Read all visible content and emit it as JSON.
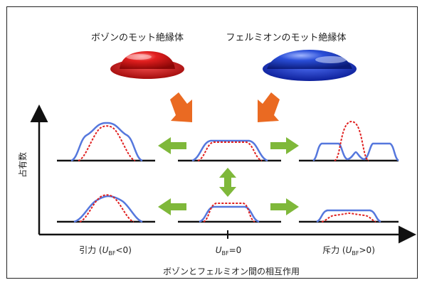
{
  "title_left": "ボゾンのモット絶縁体",
  "title_right": "フェルミオンのモット絶縁体",
  "y_axis_label": "占有数",
  "x_axis_caption": "ボゾンとフェルミオン間の相互作用",
  "ticks": {
    "left": {
      "prefix": "引力 (",
      "sym": "U",
      "sub": "BF",
      "suffix": "<0)"
    },
    "middle": {
      "prefix": "",
      "sym": "U",
      "sub": "BF",
      "suffix": "=0"
    },
    "right": {
      "prefix": "斥力 (",
      "sym": "U",
      "sub": "BF",
      "suffix": ">0)"
    }
  },
  "colors": {
    "boson": "#d11414",
    "fermion": "#1f3fbf",
    "profile_blue": "#5577dd",
    "profile_red": "#e02020",
    "orange_arrow": "#ea6a22",
    "green_arrow": "#7fb83a",
    "axis": "#111111"
  }
}
